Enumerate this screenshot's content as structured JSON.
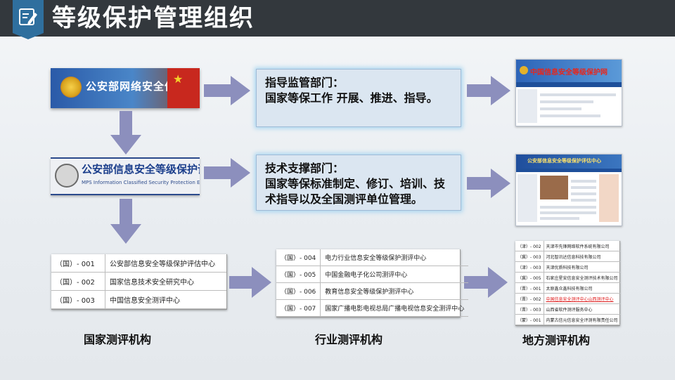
{
  "title": "等级保护管理组织",
  "banners": {
    "mps_network_security": "公安部网络安全保卫局",
    "mps_evaluation_center": "公安部信息安全等级保护评估中心",
    "mps_evaluation_center_en": "MPS Information Classified Security Protection Evaluation Center"
  },
  "boxes": {
    "supervision": {
      "heading": "指导监管部门：",
      "body": "国家等保工作 开展、推进、指导。"
    },
    "technical": {
      "heading": "技术支撑部门：",
      "body": "国家等保标准制定、修订、培训、技术指导以及全国测评单位管理。"
    }
  },
  "sites": {
    "site1_header": "中国信息安全等级保护网",
    "site2_header": "公安部信息安全等级保护评估中心"
  },
  "national_table": [
    {
      "code": "（国）- 001",
      "name": "公安部信息安全等级保护评估中心"
    },
    {
      "code": "（国）- 002",
      "name": "国家信息技术安全研究中心"
    },
    {
      "code": "（国）- 003",
      "name": "中国信息安全测评中心"
    }
  ],
  "industry_table": [
    {
      "code": "（国）- 004",
      "name": "电力行业信息安全等级保护测评中心"
    },
    {
      "code": "（国）- 005",
      "name": "中国金融电子化公司测评中心"
    },
    {
      "code": "（国）- 006",
      "name": "教育信息安全等级保护测评中心"
    },
    {
      "code": "（国）- 007",
      "name": "国家广播电影电视总局广播电视信息安全测评中心"
    }
  ],
  "local_table": [
    {
      "code": "（津）- 002",
      "name": "天津市先锋网络软件系统有限公司"
    },
    {
      "code": "（冀）- 003",
      "name": "河北智讯达信息科技有限公司"
    },
    {
      "code": "（津）- 003",
      "name": "天津优质科技有限公司"
    },
    {
      "code": "（冀）- 005",
      "name": "石家庄星安信息安全测评技术有限公司"
    },
    {
      "code": "（晋）- 001",
      "name": "太原鑫众鑫科技有限公司"
    },
    {
      "code": "（晋）- 002",
      "name": "中国信息安全测评中心山西测评中心"
    },
    {
      "code": "（晋）- 003",
      "name": "山西省软件测评服务中心"
    },
    {
      "code": "（蒙）- 001",
      "name": "内蒙古信元信息安全评测有限责任公司"
    }
  ],
  "captions": {
    "national": "国家测评机构",
    "industry": "行业测评机构",
    "local": "地方测评机构"
  },
  "colors": {
    "header_bg": "#33383d",
    "badge": "#2f6f9e",
    "arrow": "#8c8fbd",
    "box_bg": "#dbe6f1",
    "box_glow": "#a9d6f0"
  }
}
